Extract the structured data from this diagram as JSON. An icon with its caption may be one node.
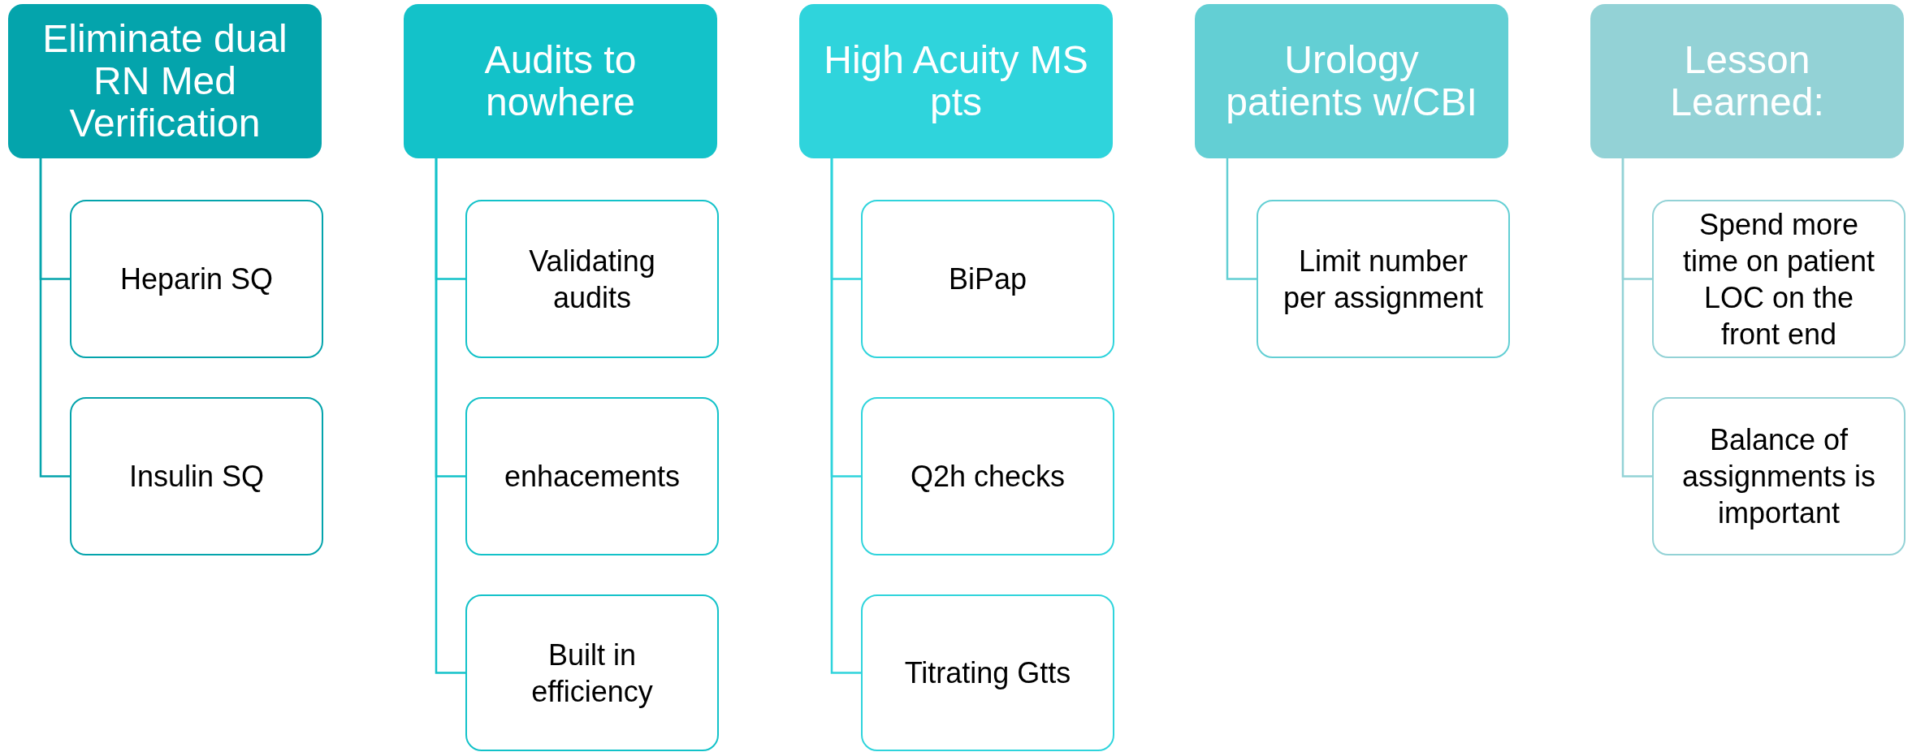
{
  "diagram": {
    "nodes": [
      {
        "text": [
          "Eliminate dual RN Med Verification"
        ]
      },
      {
        "text": [
          "Heparin SQ"
        ]
      },
      {
        "text": [
          "Insulin SQ"
        ]
      },
      {
        "text": [
          "Audits to nowhere"
        ]
      },
      {
        "text": [
          "Validating audits"
        ]
      },
      {
        "text": [
          "enhacements"
        ]
      },
      {
        "text": [
          "Built in efficiency"
        ]
      },
      {
        "text": [
          "High Acuity MS pts"
        ]
      },
      {
        "text": [
          "BiPap"
        ]
      },
      {
        "text": [
          "Q2h checks"
        ]
      },
      {
        "text": [
          "Titrating Gtts"
        ]
      },
      {
        "text": [
          "Urology patients w/CBI"
        ]
      },
      {
        "text": [
          "Limit number per assignment"
        ]
      },
      {
        "text": [
          "Lesson Learned:"
        ]
      },
      {
        "text": [
          "Spend more time on patient LOC on the front end"
        ]
      },
      {
        "text": [
          "Balance of assignments is important"
        ]
      }
    ],
    "edges": [
      {
        "from": 0,
        "to": 1,
        "arrow": "none",
        "color": "#04a4ac"
      },
      {
        "from": 0,
        "to": 2,
        "arrow": "none",
        "color": "#04a4ac"
      },
      {
        "from": 3,
        "to": 4,
        "arrow": "none",
        "color": "#13c2c9"
      },
      {
        "from": 3,
        "to": 5,
        "arrow": "none",
        "color": "#13c2c9"
      },
      {
        "from": 3,
        "to": 6,
        "arrow": "none",
        "color": "#13c2c9"
      },
      {
        "from": 7,
        "to": 8,
        "arrow": "none",
        "color": "#2fd4dc"
      },
      {
        "from": 7,
        "to": 9,
        "arrow": "none",
        "color": "#2fd4dc"
      },
      {
        "from": 7,
        "to": 10,
        "arrow": "none",
        "color": "#2fd4dc"
      },
      {
        "from": 11,
        "to": 12,
        "arrow": "none",
        "color": "#63cfd4"
      },
      {
        "from": 13,
        "to": 14,
        "arrow": "none",
        "color": "#93d2d6"
      },
      {
        "from": 13,
        "to": 15,
        "arrow": "none",
        "color": "#93d2d6"
      }
    ]
  }
}
